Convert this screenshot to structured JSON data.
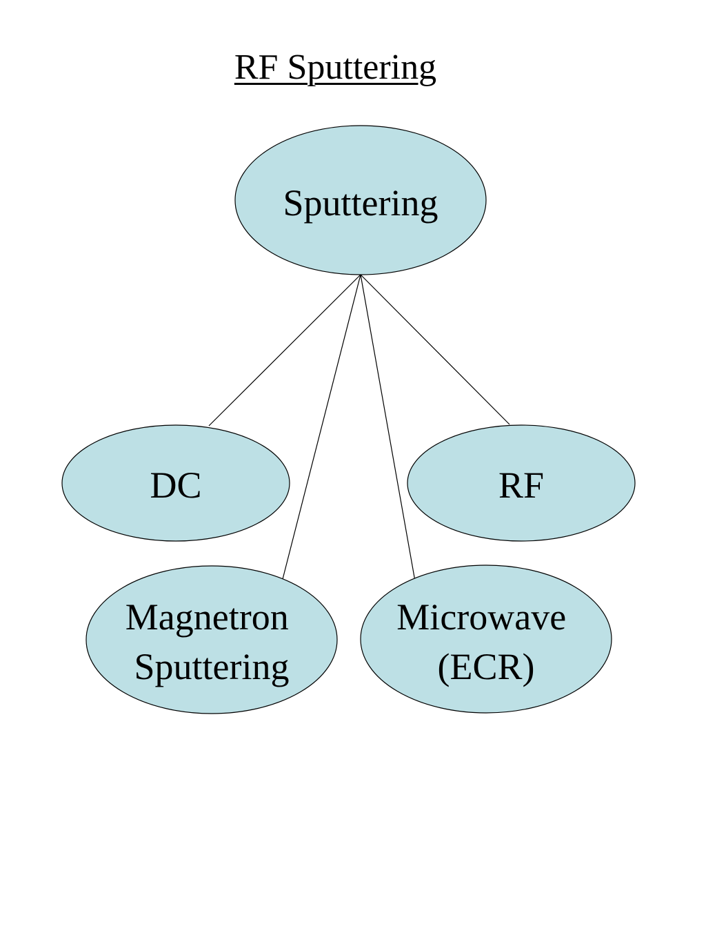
{
  "title": "RF Sputtering",
  "colors": {
    "node_fill": "#bde0e5",
    "node_stroke": "#000000",
    "line": "#000000"
  },
  "diagram": {
    "root": {
      "id": "sputtering",
      "lines": [
        "Sputtering"
      ]
    },
    "children": [
      {
        "id": "dc",
        "lines": [
          "DC"
        ]
      },
      {
        "id": "rf",
        "lines": [
          "RF"
        ]
      },
      {
        "id": "magnetron-sputtering",
        "lines": [
          "Magnetron",
          "Sputtering"
        ]
      },
      {
        "id": "microwave-ecr",
        "lines": [
          "Microwave",
          "(ECR)"
        ]
      }
    ],
    "edges": [
      {
        "from": "sputtering",
        "to": "dc"
      },
      {
        "from": "sputtering",
        "to": "magnetron-sputtering"
      },
      {
        "from": "sputtering",
        "to": "microwave-ecr"
      },
      {
        "from": "sputtering",
        "to": "rf"
      }
    ]
  }
}
